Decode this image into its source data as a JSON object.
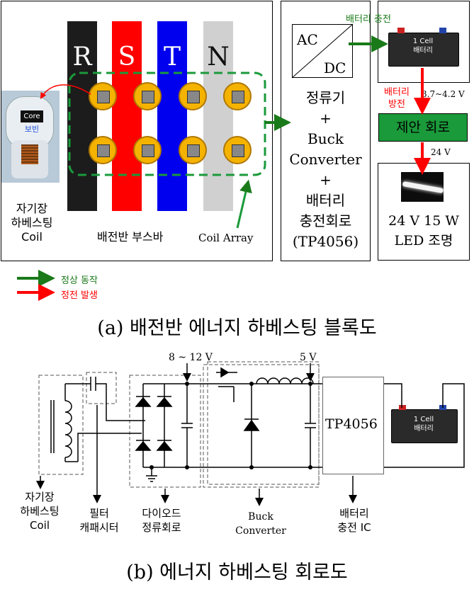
{
  "block_diagram": {
    "phases": [
      "R",
      "S",
      "T",
      "N"
    ],
    "coil_inset": {
      "core": "Core",
      "bobbin": "보빈"
    },
    "harvest_label": [
      "자기장",
      "하베스팅",
      "Coil"
    ],
    "busbar_label": "배전반 부스바",
    "coil_array_label": "Coil Array",
    "ac": "AC",
    "dc": "DC",
    "converter_text": [
      "정류기",
      "+",
      "Buck",
      "Converter",
      "+",
      "배터리",
      "충전회로",
      "(TP4056)"
    ],
    "battery_charge": "배터리 충전",
    "battery_cell": [
      "1 Cell",
      "배터리"
    ],
    "battery_discharge": [
      "배터리",
      "방전"
    ],
    "voltage_range": "3.7~4.2 V",
    "boost_circuit": "제안 회로",
    "out_voltage": "24 V",
    "led_text": [
      "24 V 15 W",
      "LED 조명"
    ],
    "legend": [
      {
        "label": "정상 동작",
        "color": "#1a7a1a"
      },
      {
        "label": "정전 발생",
        "color": "#ff0000"
      }
    ],
    "caption": "(a) 배전반 에너지 하베스팅 블록도"
  },
  "circuit_diagram": {
    "v_in": "8 ~ 12 V",
    "v_out": "5 V",
    "ic_label": "TP4056",
    "battery_cell": [
      "1 Cell",
      "배터리"
    ],
    "labels": [
      [
        "자기장",
        "하베스팅",
        "Coil"
      ],
      [
        "필터",
        "캐패시터"
      ],
      [
        "다이오드",
        "정류회로"
      ],
      [
        "Buck",
        "Converter"
      ],
      [
        "배터리",
        "충전 IC"
      ]
    ],
    "caption": "(b) 에너지 하베스팅 회로도"
  },
  "colors": {
    "green": "#1a7a1a",
    "red": "#ff0000",
    "coil": "#f5b301",
    "boost_fill": "#1a9a3a"
  }
}
